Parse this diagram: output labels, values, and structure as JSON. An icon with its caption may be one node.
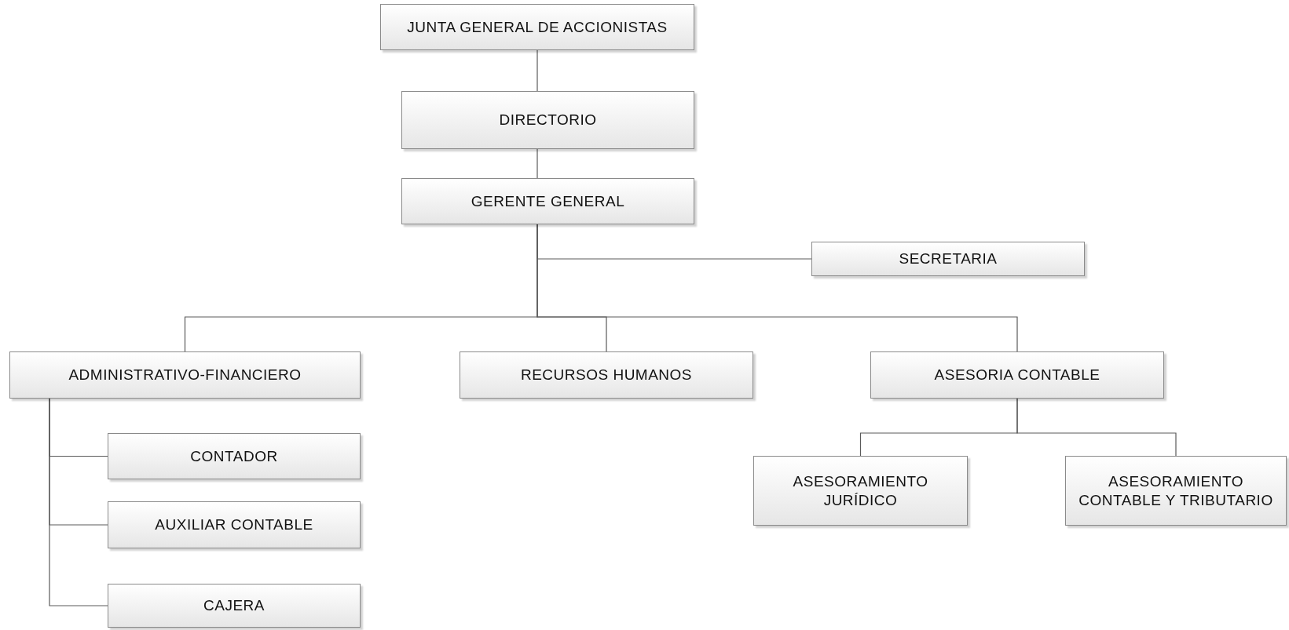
{
  "diagram": {
    "nodes": [
      {
        "text": [
          "JUNTA GENERAL DE ACCIONISTAS"
        ]
      },
      {
        "text": [
          "DIRECTORIO"
        ]
      },
      {
        "text": [
          "GERENTE GENERAL"
        ]
      },
      {
        "text": [
          "SECRETARIA"
        ]
      },
      {
        "text": [
          "ADMINISTRATIVO-FINANCIERO"
        ]
      },
      {
        "text": [
          "RECURSOS HUMANOS"
        ]
      },
      {
        "text": [
          "ASESORIA CONTABLE"
        ]
      },
      {
        "text": [
          "CONTADOR"
        ]
      },
      {
        "text": [
          "AUXILIAR CONTABLE"
        ]
      },
      {
        "text": [
          "CAJERA"
        ]
      },
      {
        "text": [
          "ASESORAMIENTO JURÍDICO"
        ]
      },
      {
        "text": [
          "ASESORAMIENTO CONTABLE Y TRIBUTARIO"
        ]
      }
    ],
    "edges": [
      {
        "from": 0,
        "to": 1,
        "arrow": "none"
      },
      {
        "from": 1,
        "to": 2,
        "arrow": "none"
      },
      {
        "from": 2,
        "to": 3,
        "arrow": "none"
      },
      {
        "from": 2,
        "to": 4,
        "arrow": "none"
      },
      {
        "from": 2,
        "to": 5,
        "arrow": "none"
      },
      {
        "from": 2,
        "to": 6,
        "arrow": "none"
      },
      {
        "from": 4,
        "to": 7,
        "arrow": "none"
      },
      {
        "from": 4,
        "to": 8,
        "arrow": "none"
      },
      {
        "from": 4,
        "to": 9,
        "arrow": "none"
      },
      {
        "from": 6,
        "to": 10,
        "arrow": "none"
      },
      {
        "from": 6,
        "to": 11,
        "arrow": "none"
      }
    ]
  }
}
